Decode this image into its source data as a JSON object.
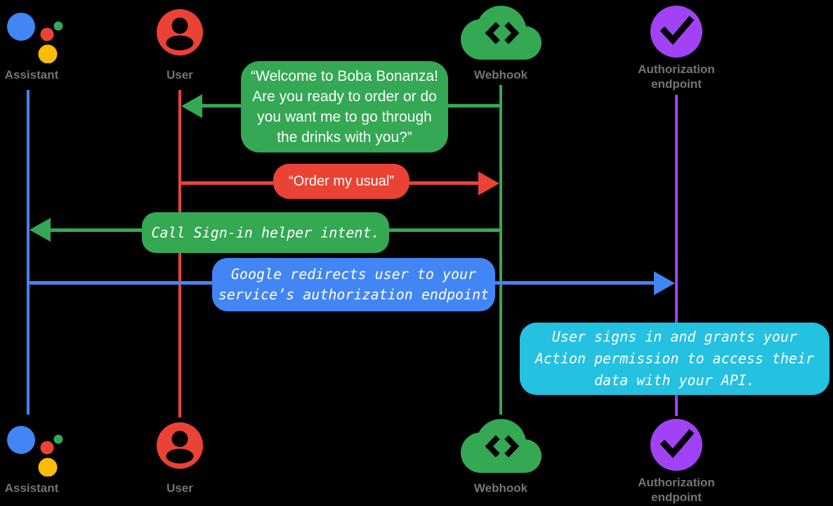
{
  "diagram_title": "Account linking sign-in flow sequence diagram",
  "colors": {
    "background": "#000000",
    "blue": "#4285F4",
    "red": "#EA4335",
    "green": "#34A853",
    "yellow": "#FBBC05",
    "purple": "#A142F4",
    "cyan": "#24C1E0",
    "label_gray": "#757575",
    "message_text": "#FFFFFF"
  },
  "actors": {
    "assistant": {
      "label": "Assistant",
      "icon": "google-assistant-logo",
      "lifeline_color": "#4285F4"
    },
    "user": {
      "label": "User",
      "icon": "person-icon",
      "lifeline_color": "#EA4335"
    },
    "webhook": {
      "label": "Webhook",
      "icon": "cloud-code-icon",
      "lifeline_color": "#34A853"
    },
    "auth": {
      "label_line1": "Authorization",
      "label_line2": "endpoint",
      "icon": "checkmark-circle-icon",
      "lifeline_color": "#A142F4"
    }
  },
  "messages": [
    {
      "id": "welcome",
      "from": "webhook",
      "to": "user",
      "style": "speech",
      "color": "#34A853",
      "lines": [
        "“Welcome to Boba Bonanza!",
        "Are you ready to order or do",
        "you want me to go through",
        "the drinks with you?”"
      ]
    },
    {
      "id": "order-my-usual",
      "from": "user",
      "to": "webhook",
      "style": "speech",
      "color": "#EA4335",
      "lines": [
        "“Order my usual”"
      ]
    },
    {
      "id": "call-signin-helper",
      "from": "webhook",
      "to": "assistant",
      "style": "code",
      "color": "#34A853",
      "lines": [
        "Call Sign-in helper intent."
      ]
    },
    {
      "id": "redirect",
      "from": "assistant",
      "to": "auth",
      "style": "code",
      "color": "#4285F4",
      "lines": [
        "Google redirects user to your",
        "service’s authorization endpoint"
      ]
    },
    {
      "id": "grant",
      "on": "auth",
      "style": "code",
      "color": "#24C1E0",
      "lines": [
        "User signs in and grants your",
        "Action permission to access their",
        "data with your API."
      ]
    }
  ]
}
